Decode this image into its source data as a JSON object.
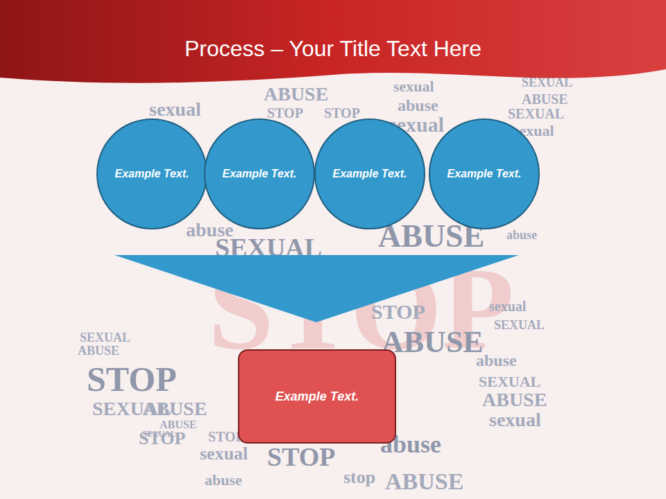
{
  "diagram": {
    "title": "Process – Your Title Text Here",
    "nodes": [
      {
        "text": [
          "Example Text."
        ]
      },
      {
        "text": [
          "Example Text."
        ]
      },
      {
        "text": [
          "Example Text."
        ]
      },
      {
        "text": [
          "Example Text."
        ]
      },
      {
        "text": [
          "Example Text."
        ]
      }
    ],
    "labels": [
      "STOP",
      "ABUSE",
      "sexual",
      "SEXUAL",
      "sexual",
      "STOP",
      "STOP",
      "abuse",
      "ABUSE",
      "SEXUAL",
      "sexual",
      "abuse",
      "SEXUAL",
      "ABUSE",
      "abuse",
      "sexual",
      "STOP",
      "SEXUAL",
      "ABUSE",
      "STOP",
      "SEXUAL",
      "ABUSE",
      "STOP",
      "ABUSE",
      "SEXUAL",
      "sexual",
      "STOP",
      "abuse",
      "ABUSE",
      "sexual",
      "abuse",
      "SEXUAL",
      "ABUSE",
      "SEXUAL",
      "sexual",
      "STOP",
      "abuse",
      "stop",
      "ABUSE"
    ]
  }
}
